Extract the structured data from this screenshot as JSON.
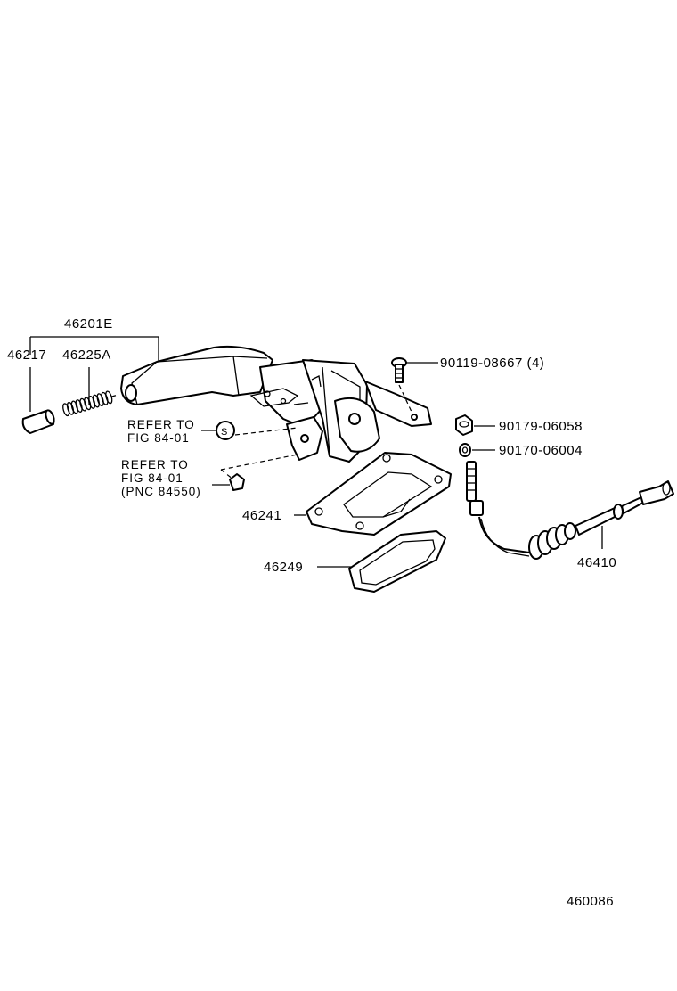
{
  "labels": {
    "assembly": "46201E",
    "grip": "46217",
    "spring": "46225A",
    "bolt": "90119-08667 (4)",
    "nut": "90179-06058",
    "washer": "90170-06004",
    "refer1_line1": "REFER TO",
    "refer1_line2": "FIG 84-01",
    "s_marker": "S",
    "refer2_line1": "REFER TO",
    "refer2_line2": "FIG 84-01",
    "refer2_line3": "(PNC 84550)",
    "cover": "46241",
    "gasket": "46249",
    "cable": "46410",
    "figure_number": "460086"
  }
}
